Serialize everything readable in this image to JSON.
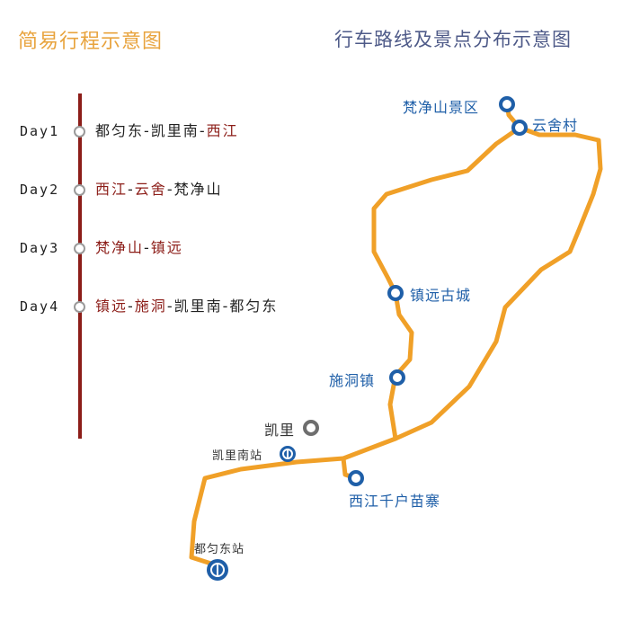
{
  "titles": {
    "left": "简易行程示意图",
    "right": "行车路线及景点分布示意图"
  },
  "colors": {
    "left_title": "#E8A33D",
    "right_title": "#4E5A88",
    "timeline": "#8C1D18",
    "route": "#F0A028",
    "place_marker": "#1F5FA8",
    "highlight_text": "#8C1D18"
  },
  "itinerary": [
    {
      "label": "Day1",
      "segments": [
        {
          "text": "都匀东",
          "color": "black"
        },
        {
          "text": "凯里南",
          "color": "black"
        },
        {
          "text": "西江",
          "color": "red"
        }
      ]
    },
    {
      "label": "Day2",
      "segments": [
        {
          "text": "西江",
          "color": "red"
        },
        {
          "text": "云舍",
          "color": "red"
        },
        {
          "text": "梵净山",
          "color": "black"
        }
      ]
    },
    {
      "label": "Day3",
      "segments": [
        {
          "text": "梵净山",
          "color": "red"
        },
        {
          "text": "镇远",
          "color": "red"
        }
      ]
    },
    {
      "label": "Day4",
      "segments": [
        {
          "text": "镇远",
          "color": "red"
        },
        {
          "text": "施洞",
          "color": "red"
        },
        {
          "text": "凯里南",
          "color": "black"
        },
        {
          "text": "都匀东",
          "color": "black"
        }
      ]
    }
  ],
  "separator": "-",
  "places": {
    "fanjingshan": {
      "name": "梵净山景区",
      "icon": "scenic-marker-icon"
    },
    "yunshe": {
      "name": "云舍村",
      "icon": "scenic-marker-icon"
    },
    "zhenyuan": {
      "name": "镇远古城",
      "icon": "scenic-marker-icon"
    },
    "shidong": {
      "name": "施洞镇",
      "icon": "scenic-marker-icon"
    },
    "kaili": {
      "name": "凯里",
      "icon": "city-marker-icon"
    },
    "kailinan": {
      "name": "凯里南站",
      "icon": "railway-station-icon"
    },
    "xijiang": {
      "name": "西江千户苗寨",
      "icon": "scenic-marker-icon"
    },
    "duyundong": {
      "name": "都匀东站",
      "icon": "railway-station-icon"
    }
  }
}
